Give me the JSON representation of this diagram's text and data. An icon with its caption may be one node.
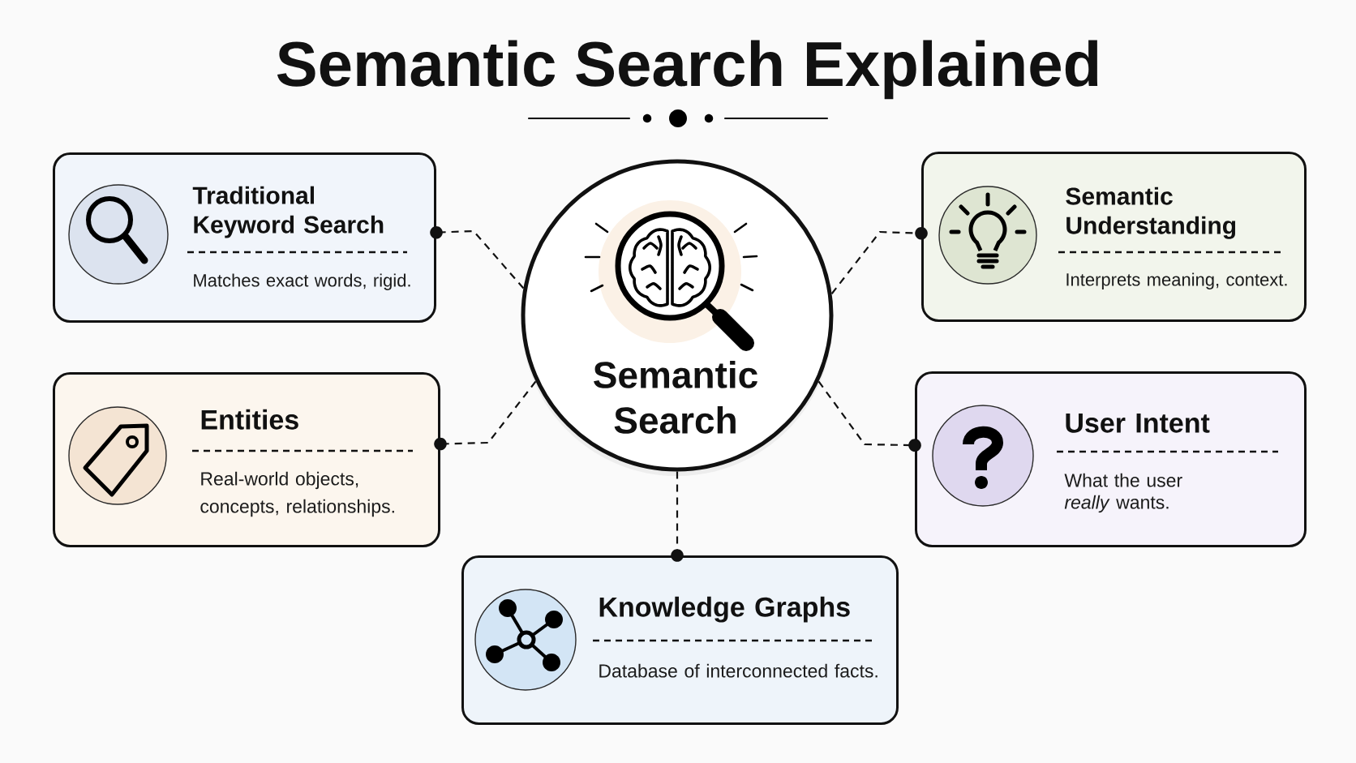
{
  "diagram": {
    "title": "Semantic Search Explained",
    "nodes": [
      {
        "text": [
          "Traditional Keyword Search",
          "Matches exact words, rigid."
        ]
      },
      {
        "text": [
          "Semantic Search"
        ]
      },
      {
        "text": [
          "Semantic Understanding",
          "Interprets meaning, context."
        ]
      },
      {
        "text": [
          "Entities",
          "Real-world objects, concepts, relationships."
        ]
      },
      {
        "text": [
          "User Intent",
          "What the user *really* wants."
        ]
      },
      {
        "text": [
          "Knowledge Graphs",
          "Database of interconnected facts."
        ]
      }
    ],
    "edges": [
      {
        "from": 1,
        "to": 0,
        "arrow": "other",
        "style": "dashed"
      },
      {
        "from": 1,
        "to": 2,
        "arrow": "other",
        "style": "dashed"
      },
      {
        "from": 1,
        "to": 3,
        "arrow": "other",
        "style": "dashed"
      },
      {
        "from": 1,
        "to": 4,
        "arrow": "other",
        "style": "dashed"
      },
      {
        "from": 1,
        "to": 5,
        "arrow": "other",
        "style": "dashed"
      }
    ]
  }
}
